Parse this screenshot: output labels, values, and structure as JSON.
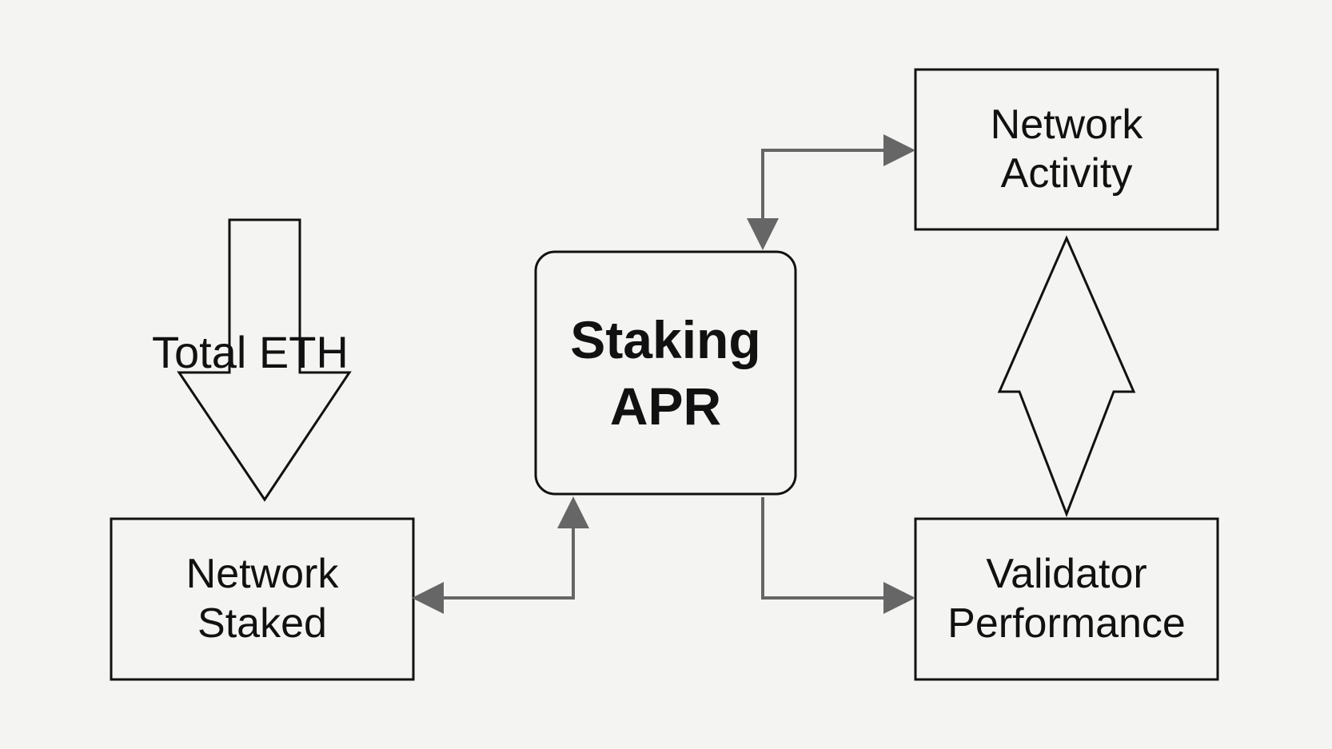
{
  "nodes": {
    "network_staked": {
      "line1": "Network",
      "line2": "Staked"
    },
    "staking_apr": {
      "line1": "Staking",
      "line2": "APR"
    },
    "network_activity": {
      "line1": "Network",
      "line2": "Activity"
    },
    "validator_performance": {
      "line1": "Validator",
      "line2": "Performance"
    }
  },
  "total_eth_arrow": {
    "label": "Total ETH"
  },
  "colors": {
    "background": "#f4f4f2",
    "box_stroke": "#111111",
    "connector": "#666666",
    "text": "#111111"
  }
}
